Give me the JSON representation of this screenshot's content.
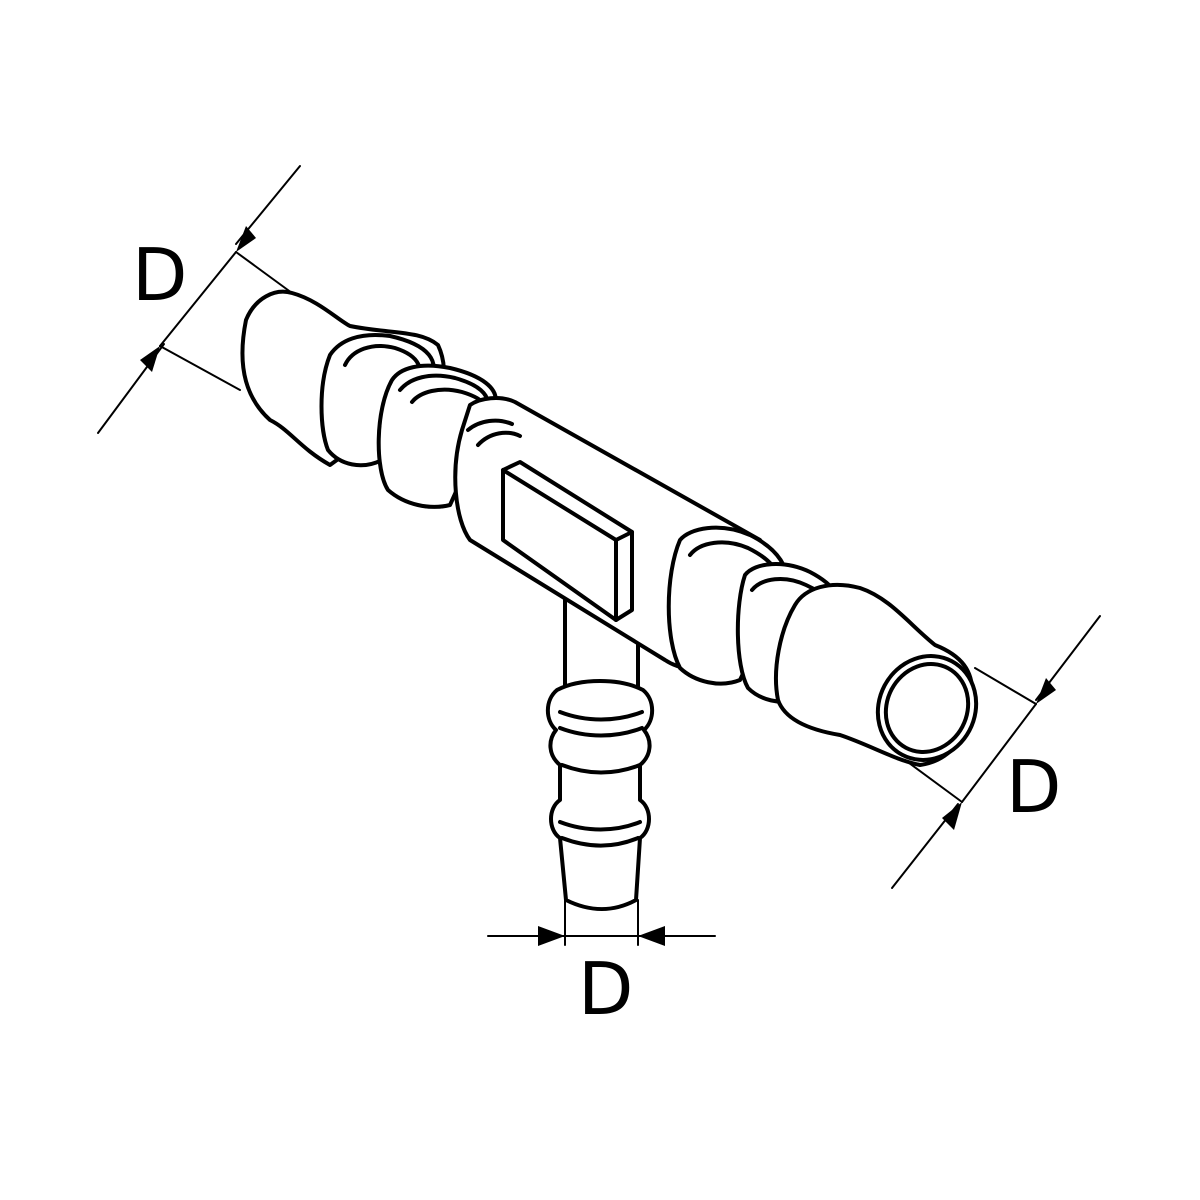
{
  "labels": {
    "dim_left": "D",
    "dim_right": "D",
    "dim_bottom": "D"
  },
  "colors": {
    "stroke": "#000000",
    "background": "#ffffff"
  }
}
